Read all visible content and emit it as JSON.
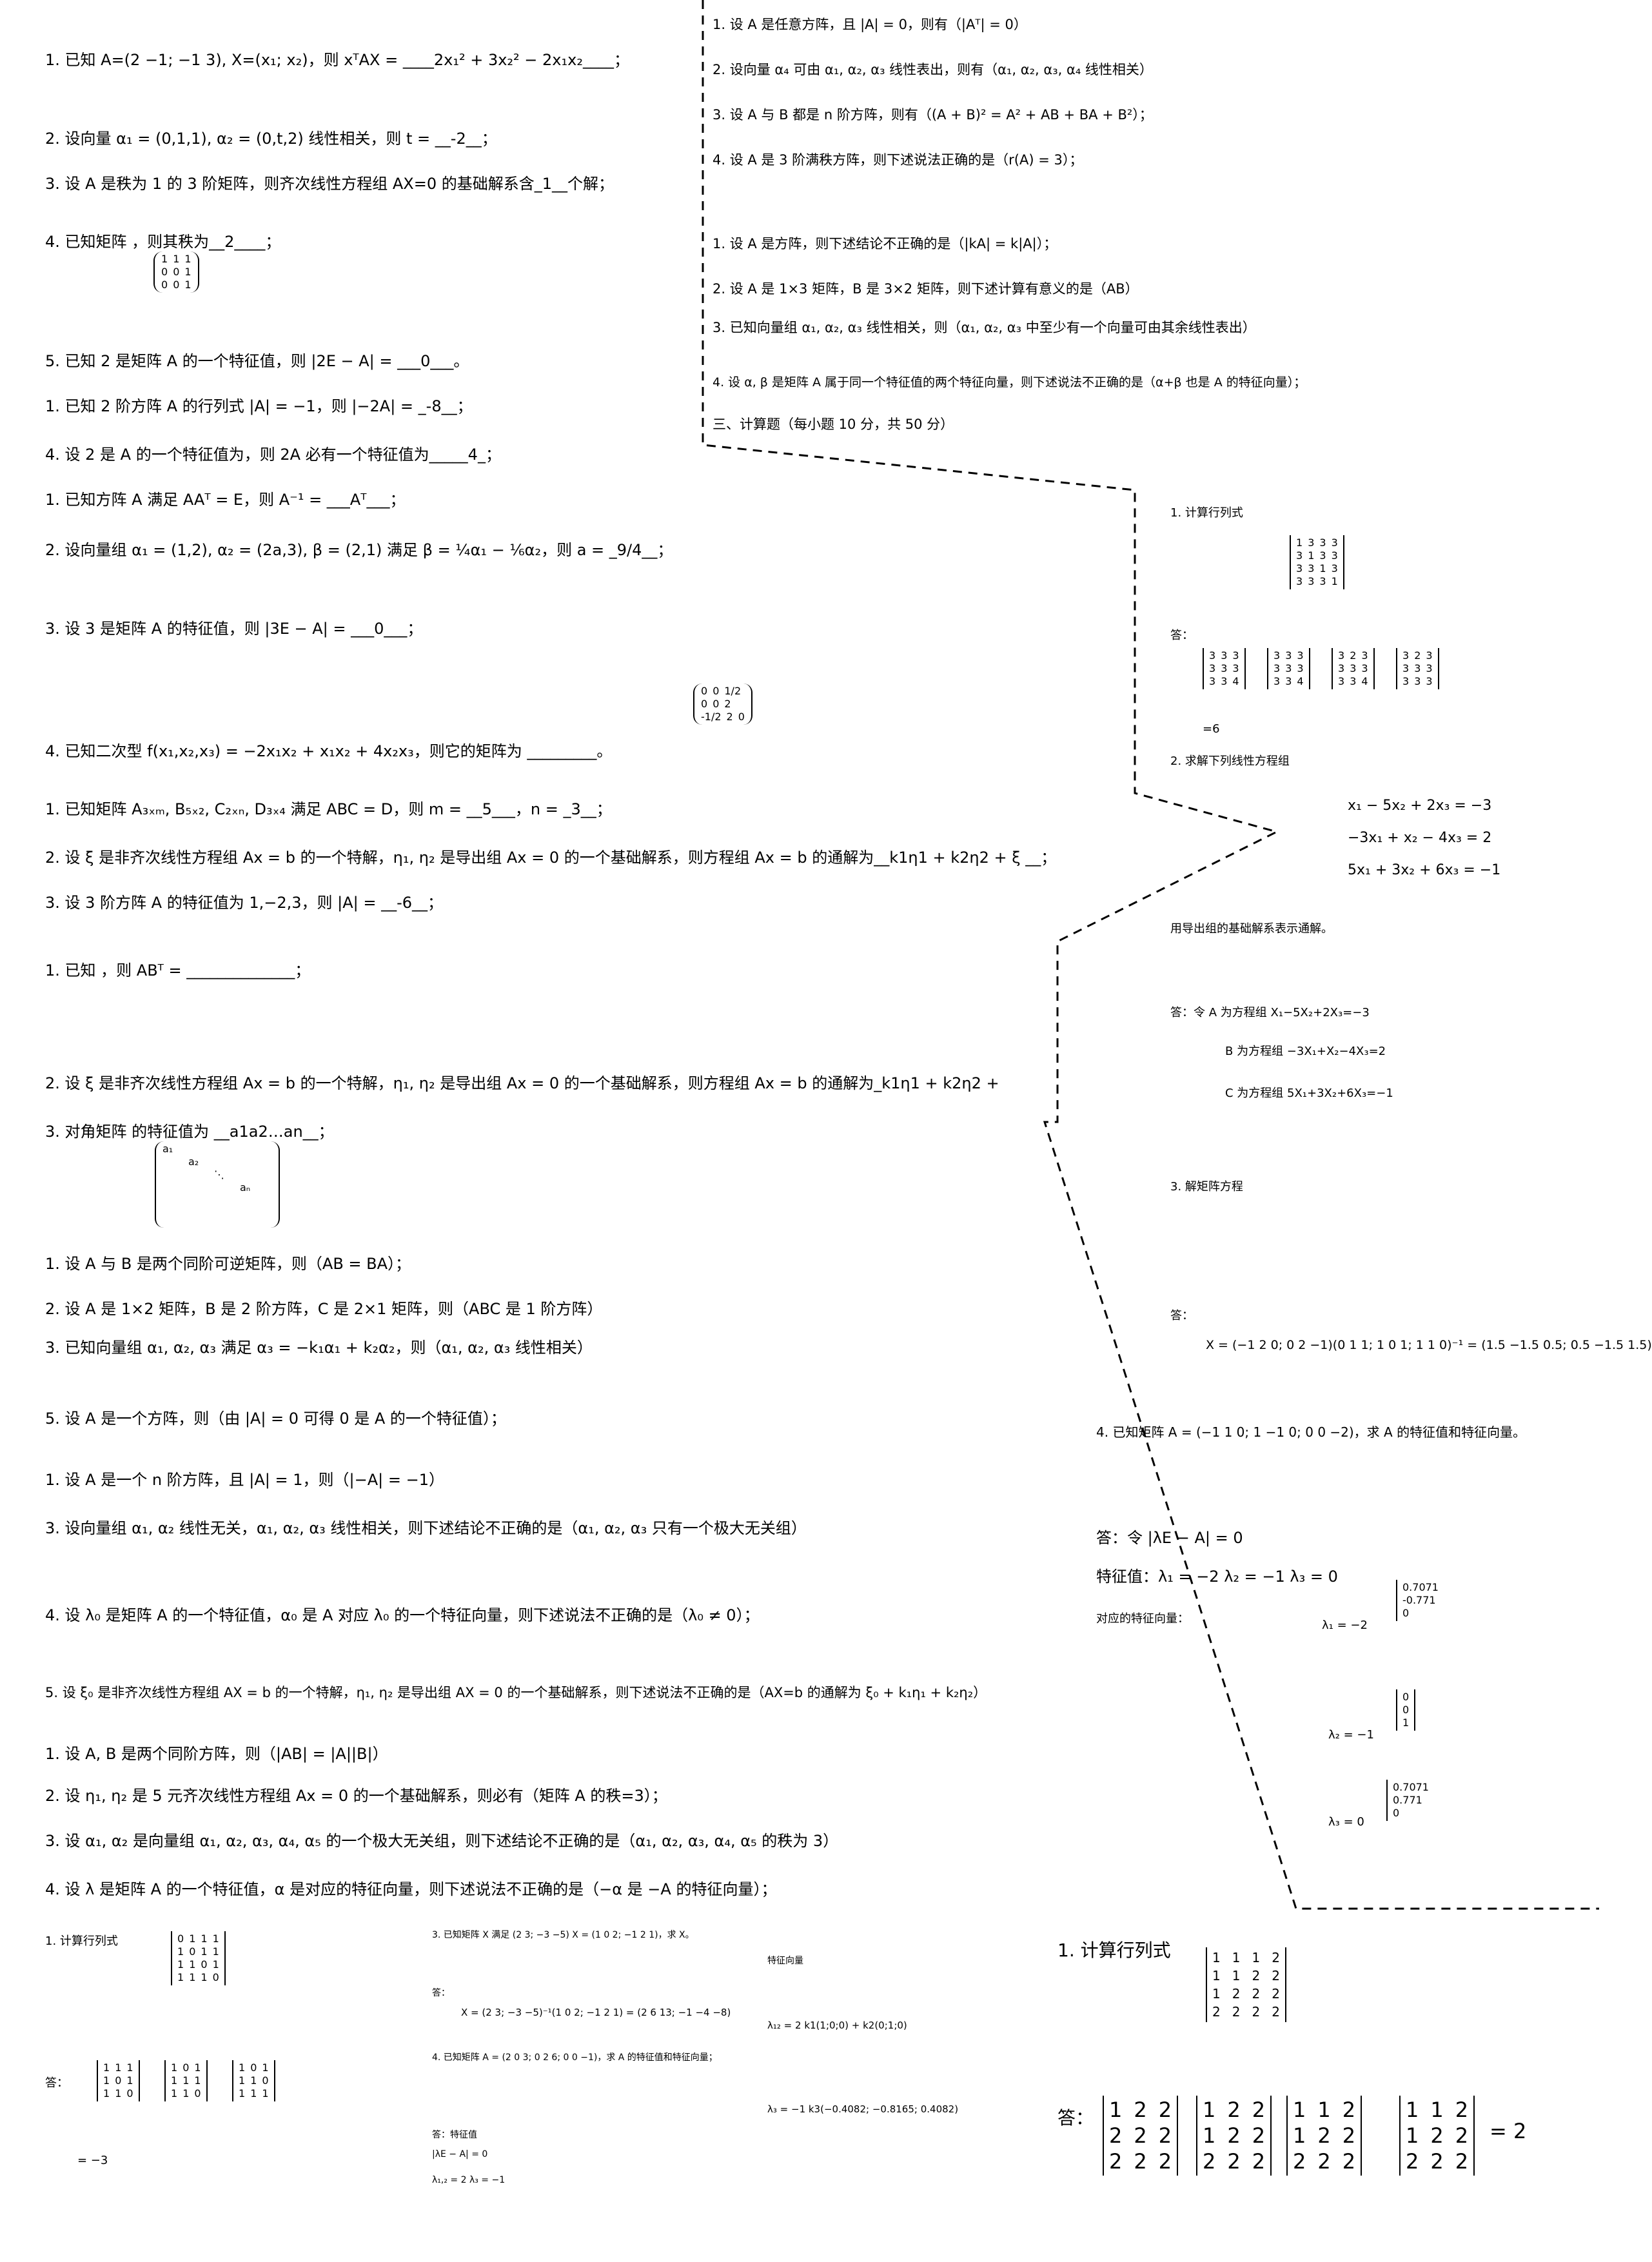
{
  "left": [
    "1. 已知 A=(2 −1; −1 3), X=(x₁; x₂)，则 xᵀAX = ____2x₁² + 3x₂² − 2x₁x₂____；",
    "2. 设向量 α₁ = (0,1,1), α₂ = (0,t,2) 线性相关，则 t = __-2__；",
    "3. 设 A 是秩为 1 的 3 阶矩阵，则齐次线性方程组 AX=0 的基础解系含_1__个解；",
    "4. 已知矩阵                    ，则其秩为__2____；",
    "5. 已知 2 是矩阵 A 的一个特征值，则 |2E − A| = ___0___。",
    "1. 已知 2 阶方阵 A 的行列式 |A| = −1，则 |−2A| = _-8__；",
    "4. 设 2 是 A 的一个特征值为，则 2A 必有一个特征值为_____4_；",
    "1. 已知方阵 A 满足 AAᵀ = E，则 A⁻¹ = ___Aᵀ___；",
    "2. 设向量组 α₁ = (1,2), α₂ = (2a,3), β = (2,1) 满足 β = ¼α₁ − ⅙α₂，则 a = _9/4__；",
    "3. 设 3 是矩阵 A 的特征值，则 |3E − A| = ___0___；",
    "4. 已知二次型 f(x₁,x₂,x₃) = −2x₁x₂ + x₁x₂ + 4x₂x₃，则它的矩阵为 _________。",
    "1.  已知矩阵 A₃ₓₘ, B₅ₓ₂, C₂ₓₙ, D₃ₓ₄ 满足 ABC = D，则 m = __5___，n = _3__；",
    "2. 设 ξ 是非齐次线性方程组 Ax = b 的一个特解，η₁, η₂ 是导出组 Ax = 0 的一个基础解系，则方程组 Ax = b 的通解为__k1η1 + k2η2 + ξ __；",
    "3. 设 3 阶方阵 A 的特征值为 1,−2,3，则 |A| = __-6__；",
    "1. 已知                                     ，则 ABᵀ = ______________；",
    "2. 设 ξ 是非齐次线性方程组 Ax = b 的一个特解，η₁, η₂ 是导出组 Ax = 0 的一个基础解系，则方程组 Ax = b 的通解为_k1η1 + k2η2 +",
    "3. 对角矩阵                       的特征值为 __a1a2…an__；",
    "1. 设 A 与 B 是两个同阶可逆矩阵，则（AB = BA）；",
    "2. 设 A 是 1×2 矩阵，B 是 2 阶方阵，C 是 2×1 矩阵，则（ABC 是 1 阶方阵）",
    "3. 已知向量组 α₁, α₂, α₃ 满足 α₃ = −k₁α₁ + k₂α₂，则（α₁, α₂, α₃ 线性相关）",
    "5. 设 A 是一个方阵，则（由 |A| = 0 可得 0 是 A 的一个特征值）；",
    "1. 设 A 是一个 n 阶方阵，且 |A| = 1，则（|−A| = −1）",
    "3. 设向量组 α₁, α₂ 线性无关，α₁, α₂, α₃ 线性相关，则下述结论不正确的是（α₁, α₂, α₃ 只有一个极大无关组）",
    "4. 设 λ₀ 是矩阵 A 的一个特征值，α₀ 是 A 对应 λ₀ 的一个特征向量，则下述说法不正确的是（λ₀ ≠ 0）；",
    "5. 设 ξ₀ 是非齐次线性方程组 AX = b 的一个特解，η₁, η₂ 是导出组 AX = 0 的一个基础解系，则下述说法不正确的是（AX=b 的通解为 ξ₀ + k₁η₁ + k₂η₂）",
    "1. 设 A, B 是两个同阶方阵，则（|AB| = |A||B|）",
    "2. 设 η₁, η₂ 是 5 元齐次线性方程组 Ax = 0 的一个基础解系，则必有（矩阵 A 的秩=3）；",
    "3. 设 α₁, α₂ 是向量组 α₁, α₂, α₃, α₄, α₅ 的一个极大无关组，则下述结论不正确的是（α₁, α₂, α₃, α₄, α₅ 的秩为 3）",
    "4. 设 λ 是矩阵 A 的一个特征值，α 是对应的特征向量，则下述说法不正确的是（−α 是 −A 的特征向量）；"
  ],
  "right_top": [
    "1. 设 A 是任意方阵，且 |A| = 0，则有（|Aᵀ| = 0）",
    "2. 设向量 α₄ 可由 α₁, α₂, α₃ 线性表出，则有（α₁, α₂, α₃, α₄ 线性相关）",
    "3. 设 A 与 B 都是 n 阶方阵，则有（(A + B)² = A² + AB + BA + B²）；",
    "4. 设 A 是 3 阶满秩方阵，则下述说法正确的是（r(A) = 3）；",
    "1. 设 A 是方阵，则下述结论不正确的是（|kA| = k|A|）；",
    "2. 设 A 是 1×3 矩阵，B 是 3×2 矩阵，则下述计算有意义的是（AB）",
    "3. 已知向量组 α₁, α₂, α₃ 线性相关，则（α₁, α₂, α₃ 中至少有一个向量可由其余线性表出）",
    "4. 设 α, β 是矩阵 A 属于同一个特征值的两个特征向量，则下述说法不正确的是（α+β 也是 A 的特征向量）；",
    "三、计算题（每小题 10 分，共 50 分）"
  ],
  "right_mid": [
    "1. 计算行列式",
    "答：",
    "=6",
    "2. 求解下列线性方程组",
    "x₁ − 5x₂ + 2x₃ = −3",
    "−3x₁ + x₂ − 4x₃ = 2",
    "5x₁ + 3x₂ + 6x₃ = −1",
    "用导出组的基础解系表示通解。",
    "答：令 A 为方程组 X₁−5X₂+2X₃=−3",
    "B 为方程组 −3X₁+X₂−4X₃=2",
    "C 为方程组 5X₁+3X₂+6X₃=−1",
    "3. 解矩阵方程",
    "答：",
    "X = (−1 2 0; 0 2 −1)(0 1 1; 1 0 1; 1 1 0)⁻¹ = (1.5 −1.5 0.5; 0.5 −1.5 1.5)",
    "4. 已知矩阵 A = (−1 1 0; 1 −1 0; 0 0 −2)，求 A 的特征值和特征向量。",
    "答：令 |λE − A| = 0",
    "特征值：λ₁ = −2  λ₂ = −1  λ₃ = 0",
    "对应的特征向量：",
    "λ₁ = −2",
    "λ₂ = −1",
    "λ₃ = 0"
  ],
  "vectors": {
    "v1": [
      "0.7071",
      "-0.771",
      "0"
    ],
    "v2": [
      "0",
      "0",
      "1"
    ],
    "v3": [
      "0.7071",
      "0.771",
      "0"
    ]
  },
  "bottom": {
    "c1_title": "1. 计算行列式",
    "c1_ans": "答：",
    "c1_result": "= −3",
    "c2_q3": "3. 已知矩阵 X 满足 (2 3; −3 −5) X = (1 0 2; −1 2 1)，求 X。",
    "c2_ans": "答：",
    "c2_eq": "X = (2 3; −3 −5)⁻¹(1 0 2; −1 2 1) = (2 6 13; −1 −4 −8)",
    "c2_q4": "4. 已知矩阵 A = (2 0 3; 0 2 6; 0 0 −1)，求 A 的特征值和特征向量；",
    "c2_ans2": "答：特征值",
    "c2_eq2": "|λE − A| = 0",
    "c2_eq3": "λ₁,₂ = 2  λ₃ = −1",
    "c2_ev": "特征向量",
    "c2_l12": "λ₁₂ = 2   k1(1;0;0) + k2(0;1;0)",
    "c2_l3": "λ₃ = −1   k3(−0.4082; −0.8165; 0.4082)",
    "c3_title": "1. 计算行列式",
    "c3_ans": "答：",
    "c3_result": "= 2"
  }
}
